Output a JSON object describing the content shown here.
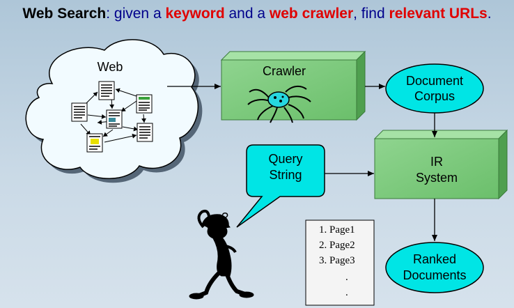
{
  "title": {
    "p1": "Web Search",
    "p2": ": given a ",
    "p3": "keyword",
    "p4": " and a ",
    "p5": "web crawler",
    "p6": ", find ",
    "p7": "relevant URLs",
    "p8": "."
  },
  "nodes": {
    "web": "Web",
    "crawler": "Crawler",
    "corpus_line1": "Document",
    "corpus_line2": "Corpus",
    "ir_line1": "IR",
    "ir_line2": "System",
    "query_line1": "Query",
    "query_line2": "String",
    "ranked_line1": "Ranked",
    "ranked_line2": "Documents"
  },
  "ranking": [
    "1. Page1",
    "2. Page2",
    "3. Page3",
    ".",
    "."
  ],
  "thought_mark": "?",
  "colors": {
    "title_blue": "#00008b",
    "title_red": "#e00000",
    "box_green": "#79c779",
    "ellipse_cyan": "#00e5e5"
  }
}
